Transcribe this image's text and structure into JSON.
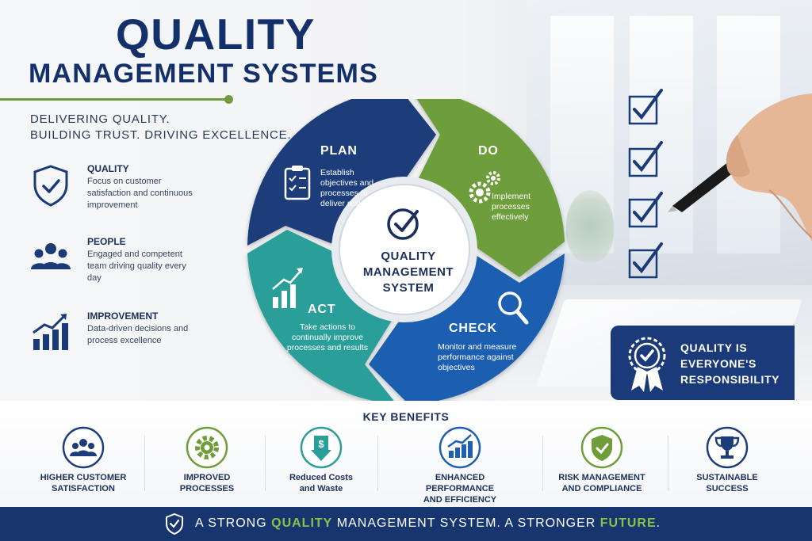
{
  "header": {
    "title_line1": "QUALITY",
    "title_line2": "MANAGEMENT SYSTEMS",
    "tagline_line1": "DELIVERING QUALITY.",
    "tagline_line2": "BUILDING TRUST. DRIVING EXCELLENCE."
  },
  "features": [
    {
      "title": "QUALITY",
      "desc": "Focus on customer satisfaction and continuous improvement",
      "icon": "shield-check-icon"
    },
    {
      "title": "PEOPLE",
      "desc": "Engaged and competent team driving quality every day",
      "icon": "people-group-icon"
    },
    {
      "title": "IMPROVEMENT",
      "desc": "Data-driven decisions and process excellence",
      "icon": "growth-chart-icon"
    }
  ],
  "cycle": {
    "center_line1": "QUALITY",
    "center_line2": "MANAGEMENT",
    "center_line3": "SYSTEM",
    "plan": {
      "title": "PLAN",
      "desc": "Establish objectives and processes to deliver results",
      "color": "#1c3d7a"
    },
    "do": {
      "title": "DO",
      "desc": "Implement processes effectively",
      "color": "#6e9d3a"
    },
    "check": {
      "title": "CHECK",
      "desc": "Monitor and measure performance against objectives",
      "color": "#1f5fb0"
    },
    "act": {
      "title": "ACT",
      "desc": "Take actions to continually improve processes and results",
      "color": "#2a9e98"
    }
  },
  "badge": {
    "line1": "QUALITY IS",
    "line2": "EVERYONE'S",
    "line3": "RESPONSIBILITY"
  },
  "benefits": {
    "title": "KEY BENEFITS",
    "items": [
      {
        "line1": "HIGHER CUSTOMER",
        "line2": "SATISFACTION",
        "icon": "customers-icon",
        "color": "#1c3d7a"
      },
      {
        "line1": "IMPROVED",
        "line2": "PROCESSES",
        "icon": "gear-icon",
        "color": "#6e9d3a"
      },
      {
        "line1": "Reduced Costs",
        "line2": "and Waste",
        "icon": "dollar-down-icon",
        "color": "#2a9e98"
      },
      {
        "line1": "ENHANCED PERFORMANCE",
        "line2": "AND EFFICIENCY",
        "icon": "bar-chart-icon",
        "color": "#1f5fb0"
      },
      {
        "line1": "RISK MANAGEMENT",
        "line2": "AND COMPLIANCE",
        "icon": "shield-check-icon",
        "color": "#6e9d3a"
      },
      {
        "line1": "SUSTAINABLE",
        "line2": "SUCCESS",
        "icon": "trophy-icon",
        "color": "#1c3d7a"
      }
    ]
  },
  "footer": {
    "part1": "A STRONG ",
    "highlight1": "QUALITY",
    "part2": " MANAGEMENT SYSTEM. A STRONGER ",
    "highlight2": "FUTURE",
    "part3": "."
  },
  "colors": {
    "navy": "#14306b",
    "green": "#6f9c3c",
    "teal": "#2a9e98",
    "blue": "#1f5fb0"
  }
}
